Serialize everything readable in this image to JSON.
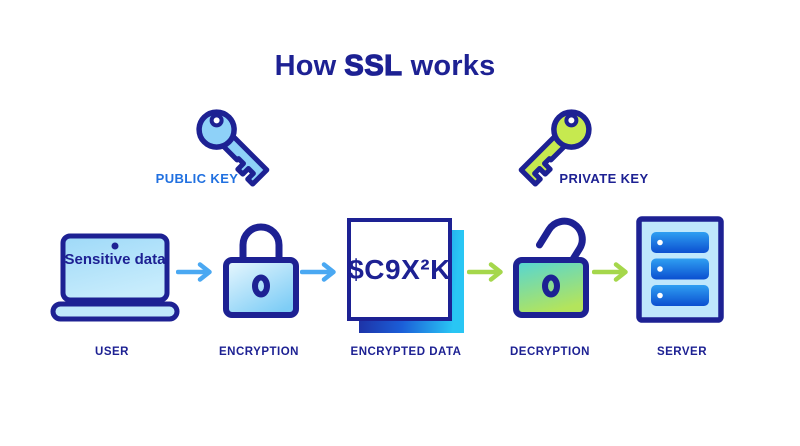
{
  "title": {
    "prefix": "How",
    "highlight": "SSL",
    "suffix": "works"
  },
  "keys": {
    "public": {
      "label": "PUBLIC KEY"
    },
    "private": {
      "label": "PRIVATE KEY"
    }
  },
  "flow": {
    "user": {
      "label": "USER",
      "screen_text": "Sensitive data"
    },
    "encryption": {
      "label": "ENCRYPTION"
    },
    "encrypted_data": {
      "label": "ENCRYPTED DATA",
      "cipher_text": "$C9X²K"
    },
    "decryption": {
      "label": "DECRYPTION"
    },
    "server": {
      "label": "SERVER"
    }
  },
  "colors": {
    "navy": "#1d2193",
    "public_key_label_blue": "#2070e0",
    "blue_arrow": "#4aa8f2",
    "green_arrow": "#a5d74b",
    "public_key_fill": "#8ed1f8",
    "private_key_fill": "#c6e94f",
    "laptop_screen_fill": "#a9def9",
    "server_box_fill": "#bfe7fc",
    "shadow_cyan": "#29c6f4"
  }
}
